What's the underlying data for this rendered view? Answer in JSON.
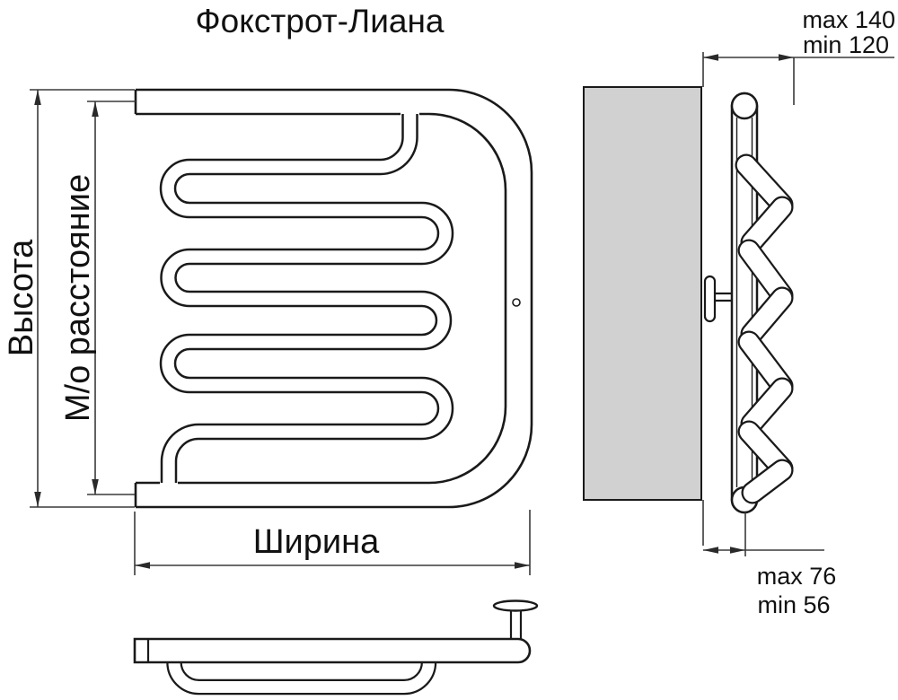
{
  "title": "Фокстрот-Лиана",
  "front_view": {
    "height_label": "Высота",
    "axis_distance_label": "М/о расстояние",
    "width_label": "Ширина"
  },
  "side_view": {
    "wall_depth": {
      "max": "max 140",
      "min": "min 120"
    },
    "wall_offset": {
      "max": "max 76",
      "min": "min 56"
    }
  },
  "colors": {
    "line": "#1a1a1a",
    "dimension_line": "#3a3a3a",
    "wall_fill": "#d1d1d1",
    "background": "#ffffff"
  }
}
